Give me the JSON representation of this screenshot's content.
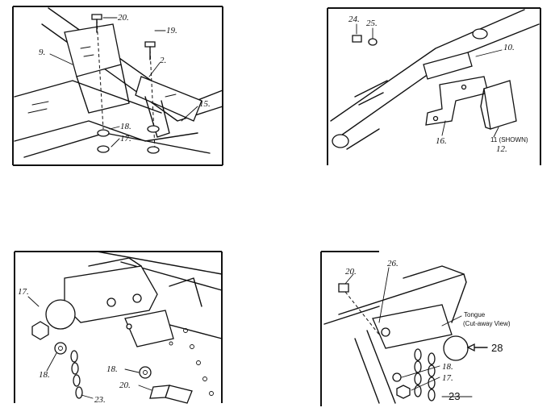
{
  "panel1": {
    "labels": {
      "p20": "20.",
      "p19": "19.",
      "p9": "9.",
      "p2": "2.",
      "p15": "15.",
      "p18": "18.",
      "p17": "17."
    }
  },
  "panel2": {
    "labels": {
      "p24": "24.",
      "p25": "25.",
      "p10": "10.",
      "p16": "16.",
      "p11": "11 (SHOWN)",
      "p12": "12."
    }
  },
  "panel3": {
    "labels": {
      "p17": "17.",
      "p18a": "18.",
      "p18b": "18.",
      "p20": "20.",
      "p23": "23."
    }
  },
  "panel4": {
    "labels": {
      "p20": "20.",
      "p26": "26.",
      "p18": "18.",
      "p17": "17.",
      "p23": "23",
      "p28": "28",
      "tongue": "Tongue",
      "cutaway": "(Cut-away View)"
    }
  }
}
